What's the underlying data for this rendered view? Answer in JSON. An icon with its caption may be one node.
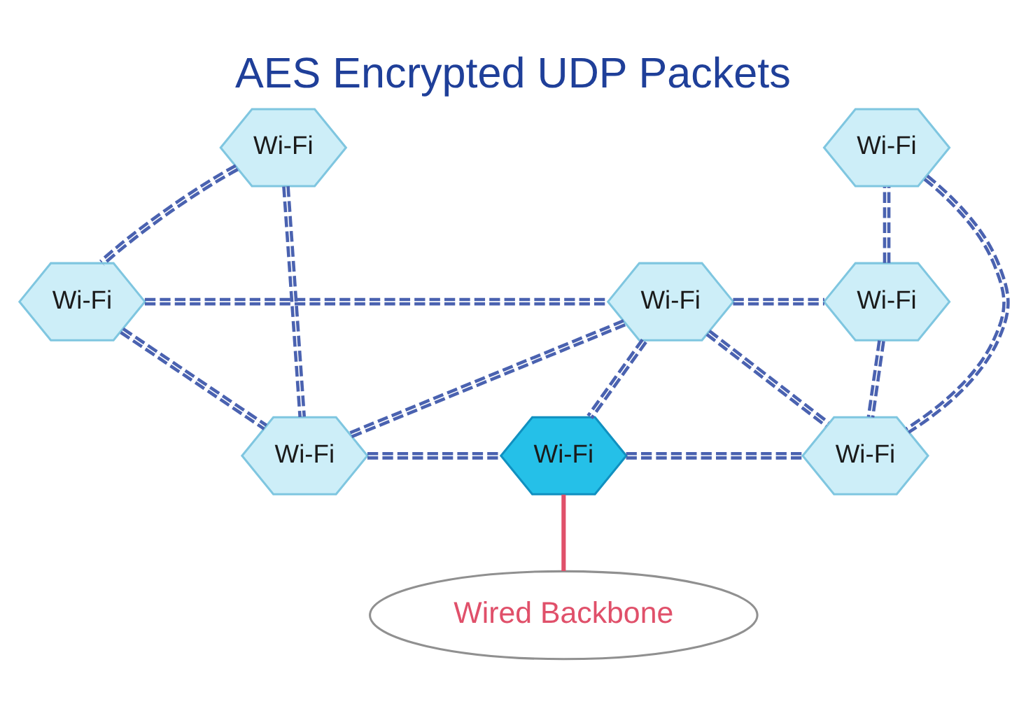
{
  "diagram": {
    "title": "AES Encrypted UDP Packets",
    "nodes": [
      {
        "text": [
          "Wi-Fi"
        ]
      },
      {
        "text": [
          "Wi-Fi"
        ]
      },
      {
        "text": [
          "Wi-Fi"
        ]
      },
      {
        "text": [
          "Wi-Fi"
        ]
      },
      {
        "text": [
          "Wi-Fi"
        ]
      },
      {
        "text": [
          "Wi-Fi"
        ]
      },
      {
        "text": [
          "Wi-Fi"
        ]
      },
      {
        "text": [
          "Wi-Fi"
        ]
      },
      {
        "text": [
          "Wired Backbone"
        ]
      }
    ],
    "edges": [
      {
        "from": 0,
        "to": 1,
        "arrow": "none",
        "style": "dashed"
      },
      {
        "from": 0,
        "to": 5,
        "arrow": "none",
        "style": "dashed"
      },
      {
        "from": 1,
        "to": 2,
        "arrow": "none",
        "style": "dashed"
      },
      {
        "from": 1,
        "to": 5,
        "arrow": "none",
        "style": "dashed"
      },
      {
        "from": 2,
        "to": 3,
        "arrow": "none",
        "style": "dashed"
      },
      {
        "from": 2,
        "to": 5,
        "arrow": "none",
        "style": "dashed"
      },
      {
        "from": 2,
        "to": 6,
        "arrow": "none",
        "style": "dashed"
      },
      {
        "from": 2,
        "to": 7,
        "arrow": "none",
        "style": "dashed"
      },
      {
        "from": 3,
        "to": 4,
        "arrow": "none",
        "style": "dashed"
      },
      {
        "from": 3,
        "to": 7,
        "arrow": "none",
        "style": "dashed"
      },
      {
        "from": 4,
        "to": 7,
        "arrow": "none",
        "style": "dashed"
      },
      {
        "from": 5,
        "to": 6,
        "arrow": "none",
        "style": "dashed"
      },
      {
        "from": 6,
        "to": 7,
        "arrow": "none",
        "style": "dashed"
      },
      {
        "from": 6,
        "to": 8,
        "arrow": "none",
        "color": "#e0506a"
      }
    ]
  }
}
